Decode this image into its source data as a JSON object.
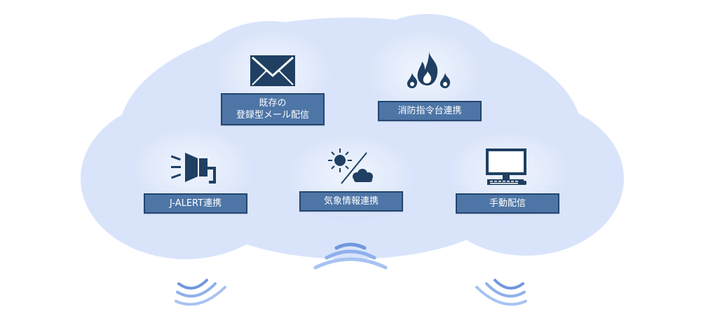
{
  "colors": {
    "cloud": "#d9e4fb",
    "cloud_highlight": "#eef3fd",
    "label_fill": "#4d75a6",
    "label_border": "#24466f",
    "icon": "#1f3f63",
    "wave": "#7fa6e8"
  },
  "nodes": {
    "mail": {
      "label_line1": "既存の",
      "label_line2": "登録型メール配信",
      "icon": "envelope-icon"
    },
    "fire": {
      "label": "消防指令台連携",
      "icon": "fire-icon"
    },
    "jalert": {
      "label": "J-ALERT連携",
      "icon": "loudspeaker-icon"
    },
    "weather": {
      "label": "気象情報連携",
      "icon": "weather-icon"
    },
    "manual": {
      "label": "手動配信",
      "icon": "computer-icon"
    }
  },
  "waves": [
    "signal-waves-icon",
    "signal-waves-icon",
    "signal-waves-icon"
  ]
}
